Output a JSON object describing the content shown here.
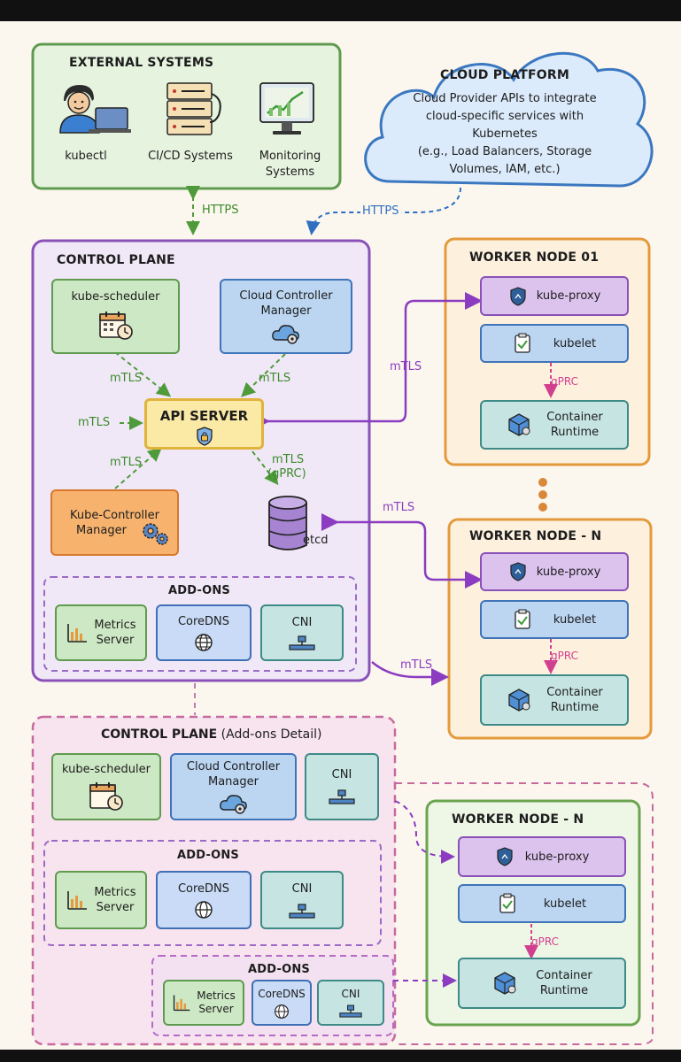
{
  "external": {
    "title": "EXTERNAL SYSTEMS",
    "items": [
      {
        "label": "kubectl",
        "icon": "developer-laptop-icon"
      },
      {
        "label": "CI/CD Systems",
        "icon": "server-rack-icon"
      },
      {
        "label": "Monitoring Systems",
        "icon": "monitor-chart-icon"
      }
    ]
  },
  "cloud": {
    "title": "CLOUD PLATFORM",
    "desc1": "Cloud Provider APIs to integrate",
    "desc2": "cloud-specific services with",
    "desc3": "Kubernetes",
    "desc4": "(e.g., Load Balancers, Storage",
    "desc5": "Volumes, IAM, etc.)"
  },
  "links": {
    "https": "HTTPS",
    "mtls": "mTLS",
    "mtls_grpc_1": "mTLS",
    "mtls_grpc_2": "(gPRC)",
    "grpc": "gPRC"
  },
  "control_plane": {
    "title": "CONTROL PLANE",
    "scheduler": "kube-scheduler",
    "ccm_1": "Cloud Controller",
    "ccm_2": "Manager",
    "api_server": "API SERVER",
    "kcm_1": "Kube-Controller",
    "kcm_2": "Manager",
    "etcd": "etcd",
    "addons_title": "ADD-ONS",
    "metrics_1": "Metrics",
    "metrics_2": "Server",
    "coredns": "CoreDNS",
    "cni": "CNI"
  },
  "worker1": {
    "title": "WORKER NODE 01",
    "proxy": "kube-proxy",
    "kubelet": "kubelet",
    "runtime_1": "Container",
    "runtime_2": "Runtime"
  },
  "workerN": {
    "title": "WORKER NODE - N",
    "proxy": "kube-proxy",
    "kubelet": "kubelet",
    "runtime_1": "Container",
    "runtime_2": "Runtime"
  },
  "detail": {
    "title_bold": "CONTROL PLANE",
    "title_rest": "(Add-ons Detail)",
    "scheduler": "kube-scheduler",
    "ccm_1": "Cloud Controller",
    "ccm_2": "Manager",
    "cni": "CNI",
    "addons_title": "ADD-ONS",
    "metrics_1": "Metrics",
    "metrics_2": "Server",
    "coredns": "CoreDNS",
    "addons2_title": "ADD-ONS"
  },
  "workerN2": {
    "title": "WORKER NODE - N",
    "proxy": "kube-proxy",
    "kubelet": "kubelet",
    "runtime_1": "Container",
    "runtime_2": "Runtime"
  },
  "colors": {
    "green": "#5f9b4f",
    "purple": "#8a52b8",
    "orange": "#e49a3c",
    "blue": "#3f74b8",
    "pink": "#d1408f"
  }
}
